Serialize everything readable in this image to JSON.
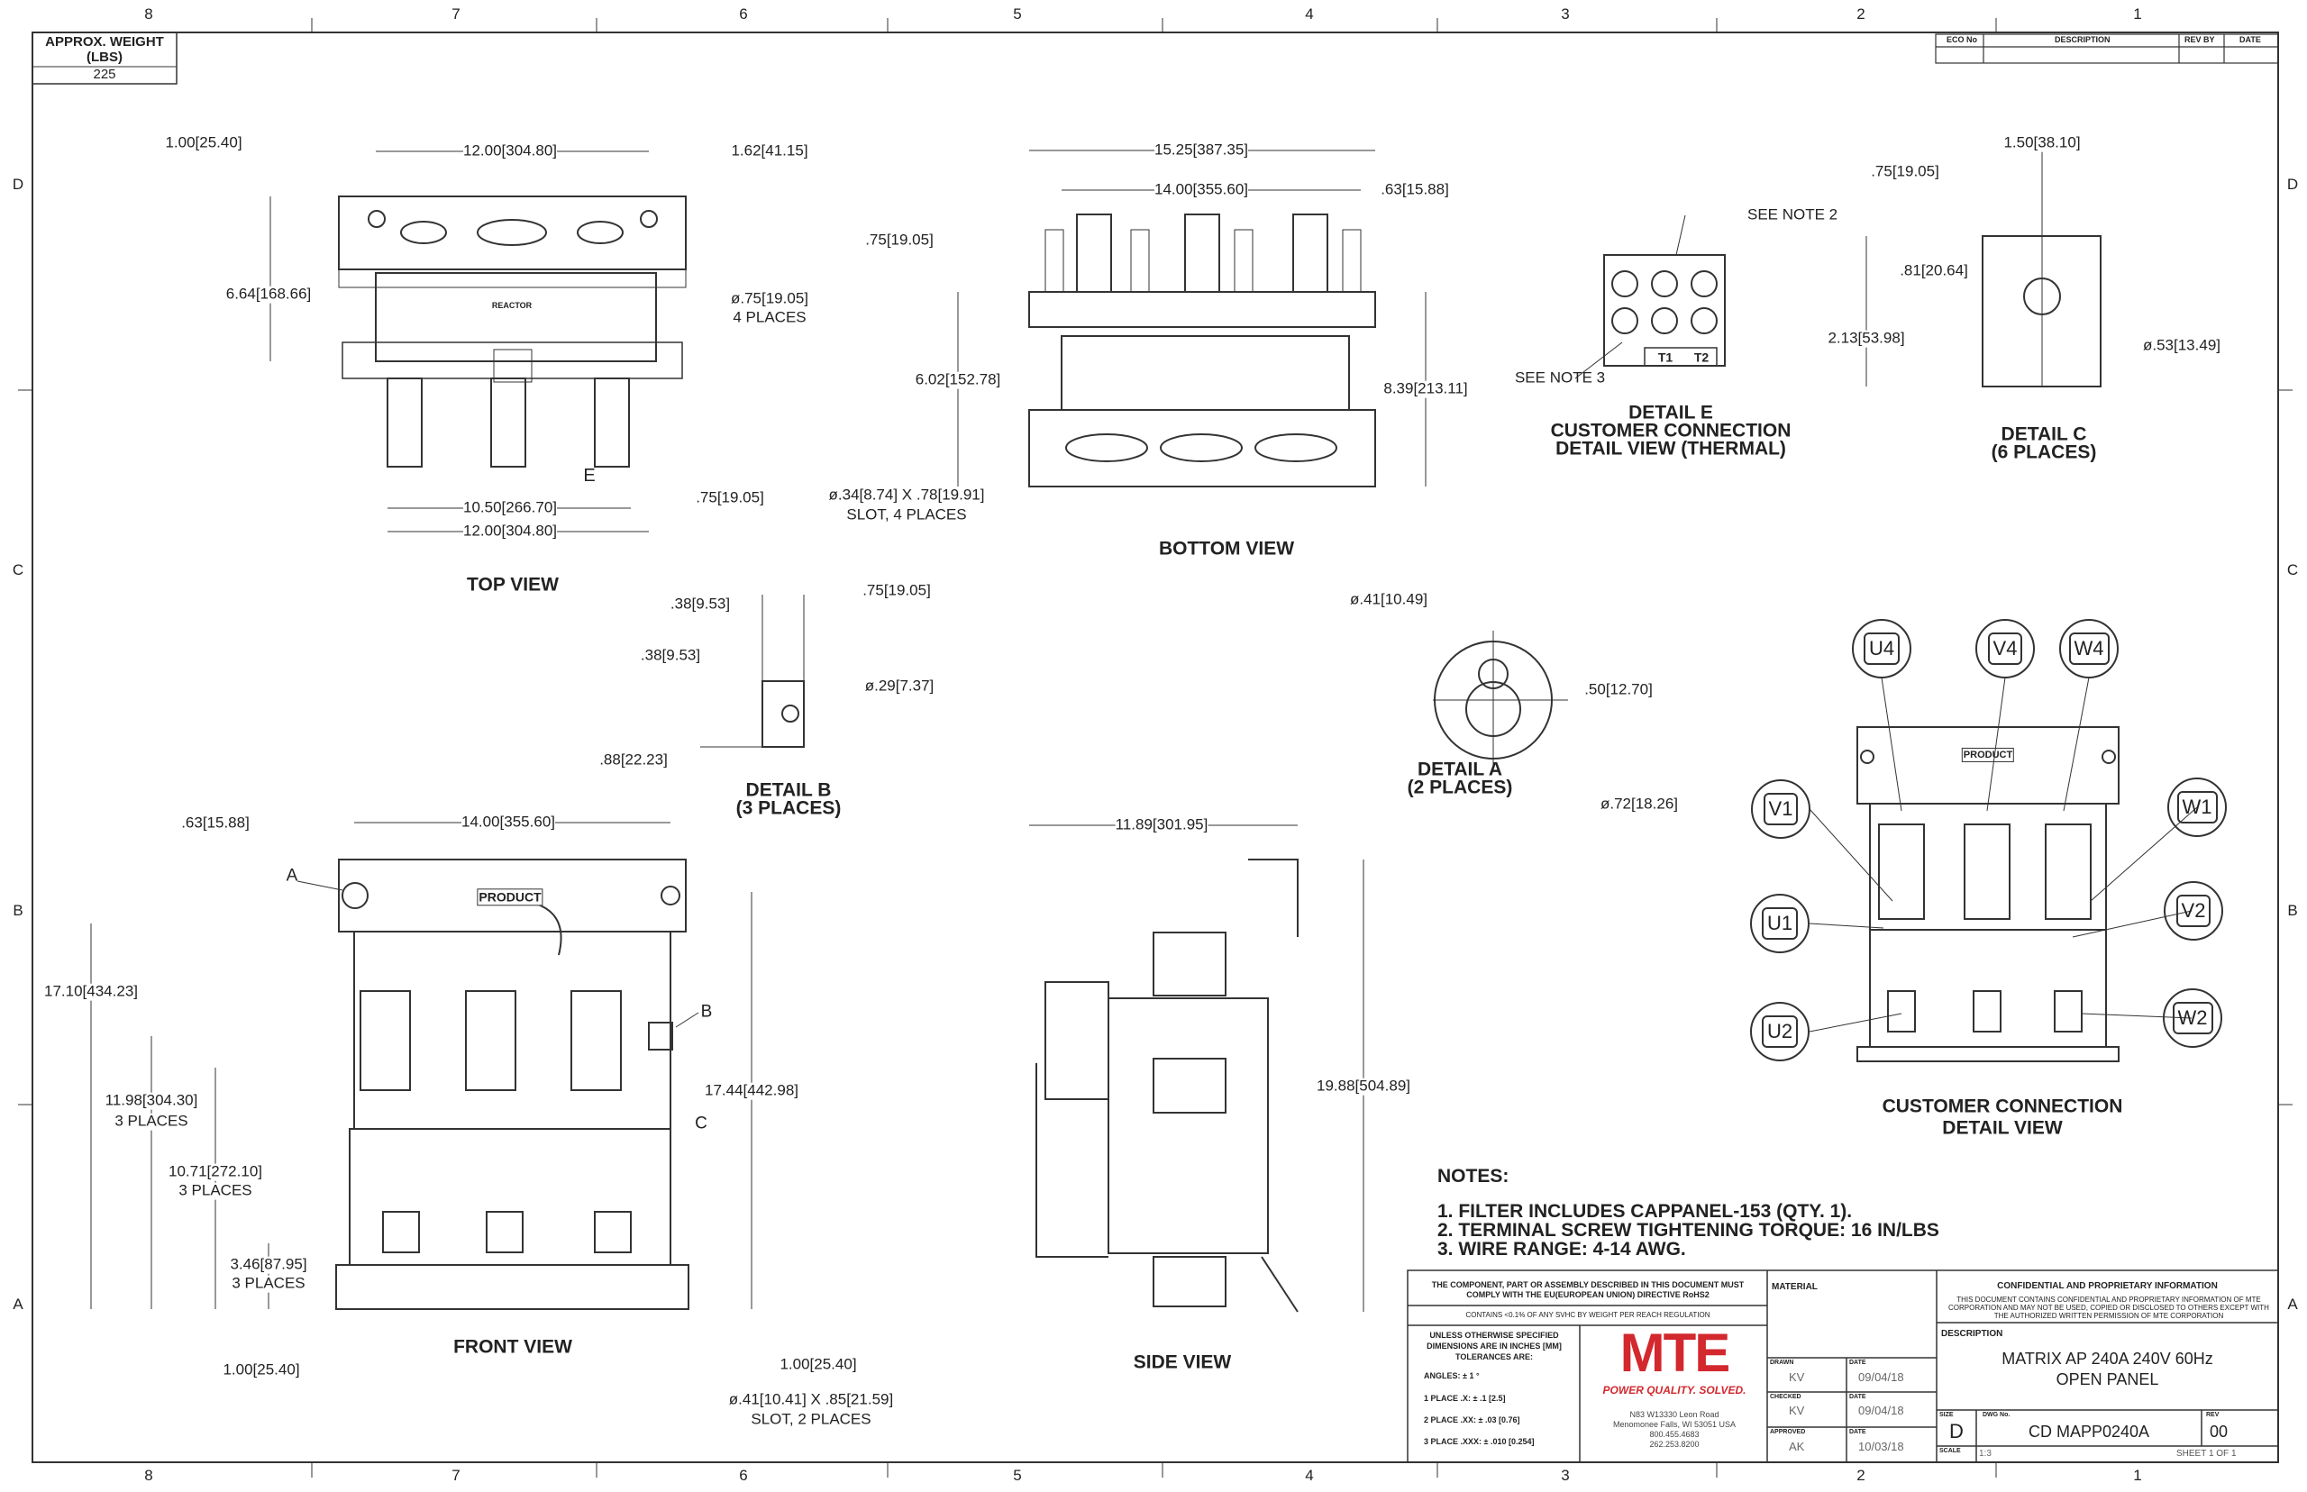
{
  "weight_box": {
    "label": "APPROX. WEIGHT",
    "unit": "(LBS)",
    "value": "225"
  },
  "grid": {
    "columns": [
      "8",
      "7",
      "6",
      "5",
      "4",
      "3",
      "2",
      "1"
    ],
    "rows": [
      "D",
      "C",
      "B",
      "A"
    ]
  },
  "revision_block": {
    "headers": [
      "ECO No",
      "DESCRIPTION",
      "REV BY",
      "DATE"
    ]
  },
  "views": {
    "top": {
      "title": "TOP VIEW",
      "label_plate": "REACTOR",
      "callout_e": "E",
      "dims": [
        "1.00[25.40]",
        "12.00[304.80]",
        "1.62[41.15]",
        "6.64[168.66]",
        "ø.75[19.05]",
        "4 PLACES",
        "10.50[266.70]",
        "12.00[304.80]",
        ".75[19.05]"
      ]
    },
    "bottom": {
      "title": "BOTTOM VIEW",
      "dims": [
        "15.25[387.35]",
        "14.00[355.60]",
        ".63[15.88]",
        ".75[19.05]",
        "6.02[152.78]",
        "8.39[213.11]",
        "ø.34[8.74] X .78[19.91]",
        "SLOT, 4 PLACES"
      ]
    },
    "detail_e": {
      "title": [
        "DETAIL E",
        "CUSTOMER CONNECTION",
        "DETAIL VIEW (THERMAL)"
      ],
      "see_note_2": "SEE NOTE 2",
      "see_note_3": "SEE NOTE 3",
      "terminals": [
        "T1",
        "T2"
      ]
    },
    "detail_c": {
      "title": [
        "DETAIL C",
        "(6 PLACES)"
      ],
      "dims": [
        "1.50[38.10]",
        ".75[19.05]",
        ".81[20.64]",
        "2.13[53.98]",
        "ø.53[13.49]"
      ]
    },
    "detail_b": {
      "title": [
        "DETAIL B",
        "(3 PLACES)"
      ],
      "dims": [
        ".38[9.53]",
        ".75[19.05]",
        ".38[9.53]",
        "ø.29[7.37]",
        ".88[22.23]"
      ]
    },
    "detail_a": {
      "title": [
        "DETAIL A",
        "(2 PLACES)"
      ],
      "dims": [
        "ø.41[10.49]",
        ".50[12.70]",
        "ø.72[18.26]"
      ]
    },
    "customer_connection": {
      "title": [
        "CUSTOMER CONNECTION",
        "DETAIL VIEW"
      ],
      "product_label": "PRODUCT",
      "terminals": [
        "U4",
        "V4",
        "W4",
        "V1",
        "W1",
        "U1",
        "V2",
        "U2",
        "W2"
      ]
    },
    "front": {
      "title": "FRONT VIEW",
      "product_label": "PRODUCT",
      "callouts": [
        "A",
        "B",
        "C"
      ],
      "dims": [
        ".63[15.88]",
        "14.00[355.60]",
        "17.10[434.23]",
        "17.44[442.98]",
        "11.98[304.30]",
        "3 PLACES",
        "10.71[272.10]",
        "3 PLACES",
        "3.46[87.95]",
        "3 PLACES",
        "1.00[25.40]",
        "1.00[25.40]",
        "ø.41[10.41] X .85[21.59]",
        "SLOT, 2 PLACES"
      ]
    },
    "side": {
      "title": "SIDE VIEW",
      "dims": [
        "11.89[301.95]",
        "19.88[504.89]"
      ]
    }
  },
  "notes": {
    "heading": "NOTES:",
    "items": [
      "1.  FILTER INCLUDES  CAPPANEL-153 (QTY. 1).",
      "2.  TERMINAL SCREW TIGHTENING TORQUE: 16 IN/LBS",
      "3.  WIRE RANGE: 4-14 AWG."
    ]
  },
  "title_block": {
    "rohs": "THE COMPONENT, PART OR ASSEMBLY DESCRIBED IN THIS DOCUMENT MUST COMPLY WITH THE EU(EUROPEAN UNION) DIRECTIVE RoHS2",
    "reach": "CONTAINS <0.1% OF ANY SVHC BY WEIGHT PER REACH REGULATION",
    "tolerances": [
      "UNLESS OTHERWISE SPECIFIED",
      "DIMENSIONS ARE IN INCHES [MM]",
      "TOLERANCES ARE:",
      "ANGLES: ± 1 °",
      "1 PLACE .X: ± .1 [2.5]",
      "2 PLACE .XX: ± .03 [0.76]",
      "3 PLACE .XXX: ± .010 [0.254]"
    ],
    "logo": "MTE",
    "tagline": "POWER QUALITY. SOLVED.",
    "brand_color": "#d2282e",
    "address": [
      "N83 W13330 Leon Road",
      "Menomonee Falls, WI 53051 USA",
      "800.455.4683",
      "262.253.8200"
    ],
    "material_label": "MATERIAL",
    "drawn_label": "DRAWN",
    "drawn_by": "KV",
    "drawn_date": "09/04/18",
    "checked_label": "CHECKED",
    "checked_by": "KV",
    "checked_date": "09/04/18",
    "approved_label": "APPROVED",
    "approved_by": "AK",
    "approved_date": "10/03/18",
    "date_label": "DATE",
    "confidential_title": "CONFIDENTIAL AND PROPRIETARY INFORMATION",
    "confidential_text": "THIS DOCUMENT CONTAINS CONFIDENTIAL AND PROPRIETARY INFORMATION OF MTE CORPORATION AND MAY NOT BE USED, COPIED OR DISCLOSED TO OTHERS EXCEPT WITH THE AUTHORIZED WRITTEN PERMISSION OF MTE CORPORATION",
    "description_label": "DESCRIPTION",
    "description": [
      "MATRIX AP 240A 240V 60Hz",
      "OPEN PANEL"
    ],
    "size_label": "SIZE",
    "size": "D",
    "dwg_label": "DWG No.",
    "dwg_no": "CD MAPP0240A",
    "rev_label": "REV",
    "rev": "00",
    "scale_label": "SCALE",
    "scale": "1:3",
    "sheet": "SHEET 1  OF 1"
  }
}
